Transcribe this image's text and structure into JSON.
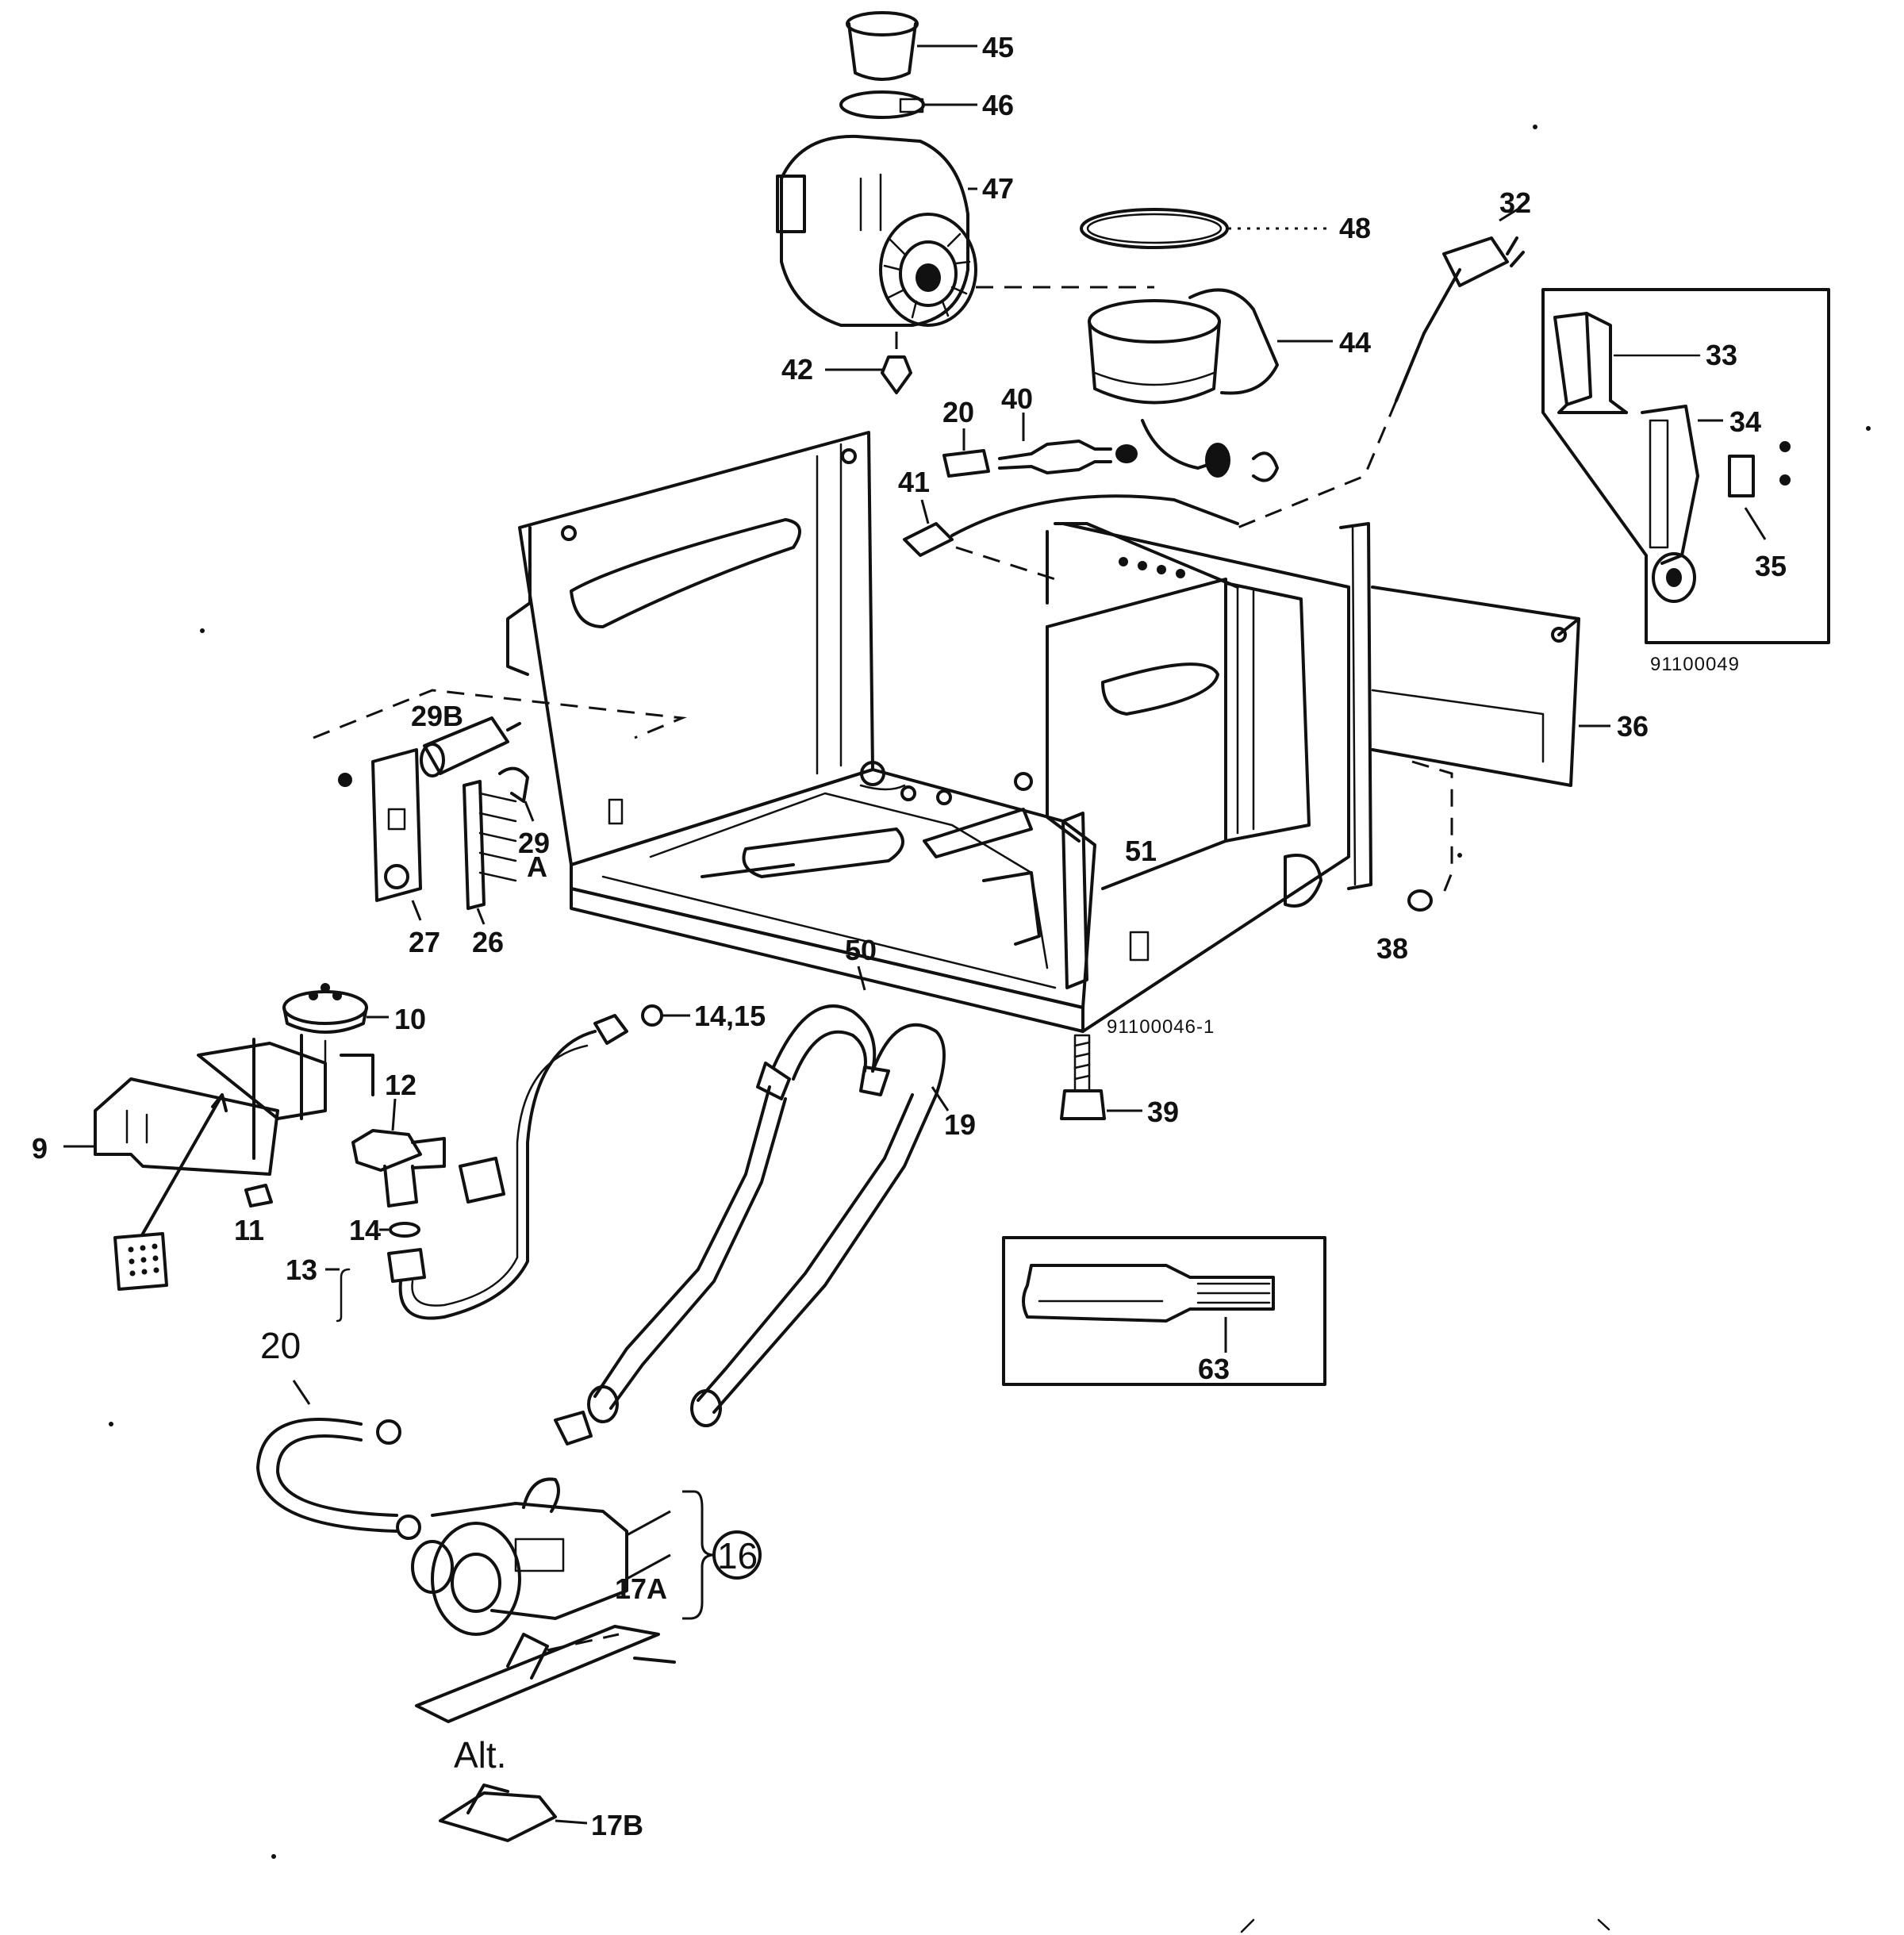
{
  "labels": {
    "p45": "45",
    "p46": "46",
    "p47": "47",
    "p48": "48",
    "p44": "44",
    "p42": "42",
    "p32": "32",
    "p33": "33",
    "p34": "34",
    "p35": "35",
    "p36": "36",
    "p38": "38",
    "p39": "39",
    "p20a": "20",
    "p40": "40",
    "p41": "41",
    "p29b": "29B",
    "p29a": "29",
    "p29a_sub": "A",
    "p27": "27",
    "p26": "26",
    "p51": "51",
    "p50": "50",
    "p10": "10",
    "p1415": "14,15",
    "p12": "12",
    "p9": "9",
    "p11": "11",
    "p14": "14",
    "p13": "13",
    "p19": "19",
    "p20b": "20",
    "p16": "16",
    "p17a": "17A",
    "p17b": "17B",
    "p63": "63",
    "alt": "Alt."
  },
  "drawing_codes": {
    "main": "91100046-1",
    "inset": "91100049"
  }
}
